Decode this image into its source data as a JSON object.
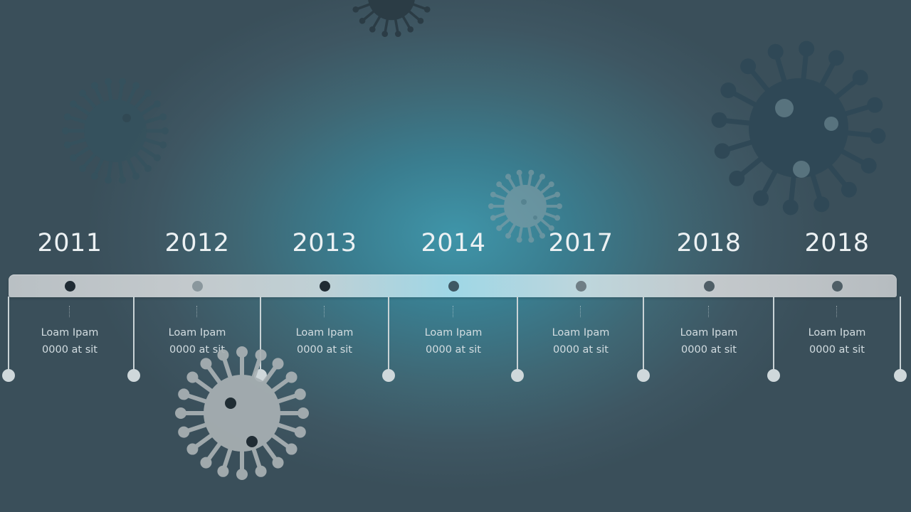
{
  "timeline": {
    "items": [
      {
        "year": "2011",
        "line1": "Loam Ipam",
        "line2": "0000 at sit"
      },
      {
        "year": "2012",
        "line1": "Loam Ipam",
        "line2": "0000 at sit"
      },
      {
        "year": "2013",
        "line1": "Loam Ipam",
        "line2": "0000 at sit"
      },
      {
        "year": "2014",
        "line1": "Loam Ipam",
        "line2": "0000 at sit"
      },
      {
        "year": "2017",
        "line1": "Loam Ipam",
        "line2": "0000 at sit"
      },
      {
        "year": "2018",
        "line1": "Loam Ipam",
        "line2": "0000 at sit"
      },
      {
        "year": "2018",
        "line1": "Loam Ipam",
        "line2": "0000 at sit"
      }
    ]
  },
  "decor": {
    "icons": [
      "virus-icon"
    ],
    "colors": {
      "dark_dot": "#1f2b33",
      "light_dot": "#8a979d",
      "timeline_bar": "#c3c9cc",
      "connector": "#c9d3d6"
    }
  }
}
